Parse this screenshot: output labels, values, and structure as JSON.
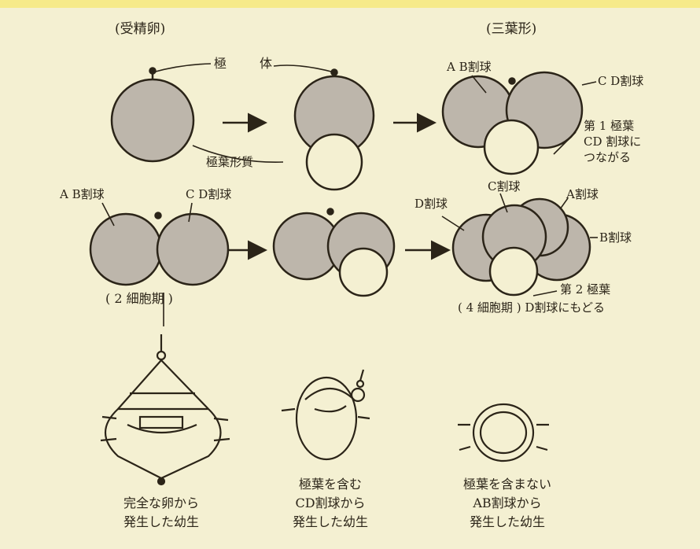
{
  "headings": {
    "left": "(受精卵)",
    "right": "(三葉形)"
  },
  "labels": {
    "polar_body_left": "極",
    "polar_body_right": "体",
    "ab_blastomere_top": "A B割球",
    "cd_blastomere_top": "C D割球",
    "polar_lobe_1": "第 1 極葉\nCD 割球に\nつながる",
    "polar_lobe_stalk": "極葉形質",
    "ab_blastomere_mid": "A B割球",
    "cd_blastomere_mid": "C D割球",
    "two_cell": "( 2 細胞期 )",
    "c_blastomere": "C割球",
    "d_blastomere": "D割球",
    "a_blastomere": "A割球",
    "b_blastomere": "B割球",
    "polar_lobe_2": "第 2 極葉",
    "four_cell": "( 4 細胞期 ) D割球にもどる"
  },
  "captions": {
    "complete": "完全な卵から\n発生した幼生",
    "with_lobe": "極葉を含む\nCD割球から\n発生した幼生",
    "without_lobe": "極葉を含まない\nAB割球から\n発生した幼生"
  },
  "colors": {
    "background": "#f4f0d2",
    "shading": "#bdb6ab",
    "outline": "#2b2418"
  }
}
